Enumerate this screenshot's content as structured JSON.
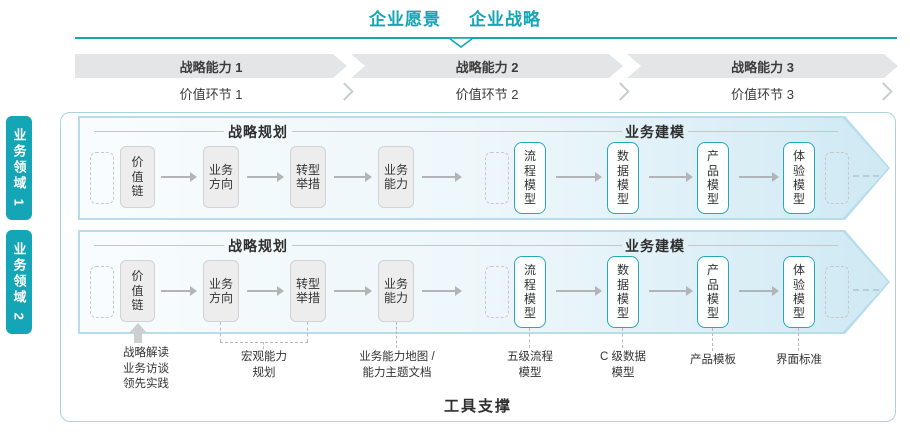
{
  "colors": {
    "teal": "#14a5b6",
    "band_gray": "#e4e5e7",
    "arrow_border": "#b7dcec"
  },
  "header": {
    "vision": "企业愿景",
    "strategy": "企业战略"
  },
  "capability_bands": [
    "战略能力 1",
    "战略能力 2",
    "战略能力 3"
  ],
  "value_links": [
    "价值环节 1",
    "价值环节 2",
    "价值环节 3"
  ],
  "domains": [
    {
      "label": "业务领域 1",
      "planning_title": "战略规划",
      "modeling_title": "业务建模",
      "planning_boxes": [
        "价值链",
        "业务方向",
        "转型举措",
        "业务能力"
      ],
      "modeling_boxes": [
        "流程模型",
        "数据模型",
        "产品模型",
        "体验模型"
      ]
    },
    {
      "label": "业务领域 2",
      "planning_title": "战略规划",
      "modeling_title": "业务建模",
      "planning_boxes": [
        "价值链",
        "业务方向",
        "转型举措",
        "业务能力"
      ],
      "modeling_boxes": [
        "流程模型",
        "数据模型",
        "产品模型",
        "体验模型"
      ]
    }
  ],
  "annotations": [
    "战略解读\n业务访谈\n领先实践",
    "宏观能力\n规划",
    "业务能力地图 /\n能力主题文档",
    "五级流程\n模型",
    "C 级数据\n模型",
    "产品模板",
    "界面标准"
  ],
  "footer": {
    "tool_support": "工具支撑"
  }
}
